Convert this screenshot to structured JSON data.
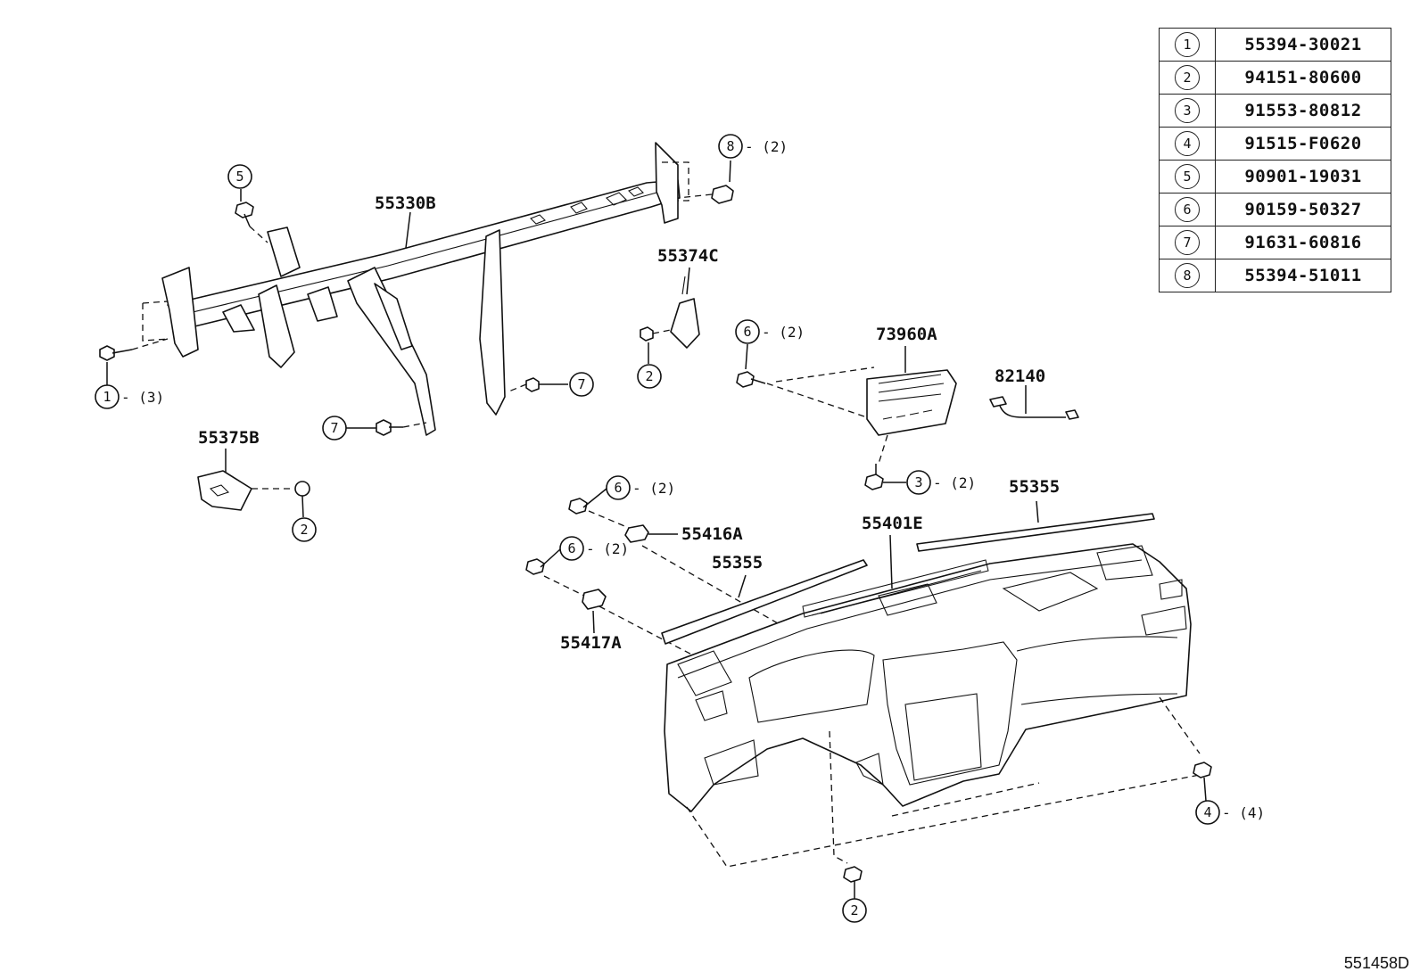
{
  "legend": [
    {
      "ref": "1",
      "part_no": "55394-30021"
    },
    {
      "ref": "2",
      "part_no": "94151-80600"
    },
    {
      "ref": "3",
      "part_no": "91553-80812"
    },
    {
      "ref": "4",
      "part_no": "91515-F0620"
    },
    {
      "ref": "5",
      "part_no": "90901-19031"
    },
    {
      "ref": "6",
      "part_no": "90159-50327"
    },
    {
      "ref": "7",
      "part_no": "91631-60816"
    },
    {
      "ref": "8",
      "part_no": "55394-51011"
    }
  ],
  "part_labels": {
    "p55330B": "55330B",
    "p55374C": "55374C",
    "p55375B": "55375B",
    "p73960A": "73960A",
    "p82140": "82140",
    "p55355_right": "55355",
    "p55355_left": "55355",
    "p55401E": "55401E",
    "p55416A": "55416A",
    "p55417A": "55417A"
  },
  "callouts": {
    "c1": {
      "ref": "1",
      "qty": "- (3)"
    },
    "c5": {
      "ref": "5"
    },
    "c8": {
      "ref": "8",
      "qty": "- (2)"
    },
    "c2a": {
      "ref": "2"
    },
    "c2b": {
      "ref": "2"
    },
    "c2c": {
      "ref": "2"
    },
    "c7a": {
      "ref": "7"
    },
    "c7b": {
      "ref": "7"
    },
    "c6a": {
      "ref": "6",
      "qty": "- (2)"
    },
    "c6b": {
      "ref": "6",
      "qty": "- (2)"
    },
    "c6c": {
      "ref": "6",
      "qty": "- (2)"
    },
    "c3": {
      "ref": "3",
      "qty": "- (2)"
    },
    "c4": {
      "ref": "4",
      "qty": "- (4)"
    }
  },
  "diagram_id": "551458D"
}
